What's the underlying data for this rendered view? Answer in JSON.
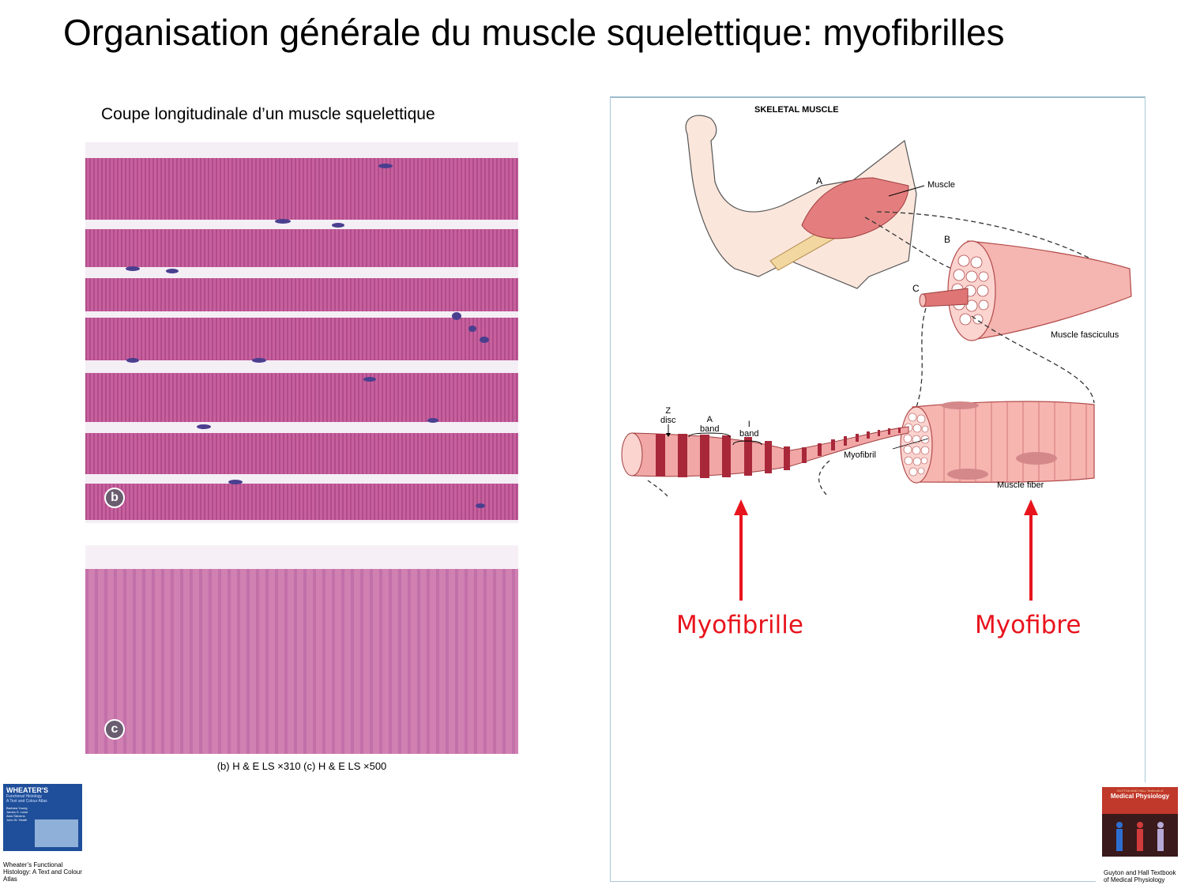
{
  "title": "Organisation générale du muscle squelettique: myofibrilles",
  "left_panel": {
    "caption": "Coupe longitudinale d’un muscle squelettique",
    "panel_b_letter": "b",
    "panel_c_letter": "c",
    "stain_caption": "(b) H & E LS ×310 (c) H & E LS ×500"
  },
  "diagram": {
    "title": "SKELETAL MUSCLE",
    "letters": {
      "a": "A",
      "b": "B",
      "c": "C"
    },
    "labels": {
      "muscle": "Muscle",
      "fasciculus": "Muscle fasciculus",
      "fiber": "Muscle fiber",
      "myofibril": "Myofibril",
      "z_disc": "Z\ndisc",
      "a_band": "A\nband",
      "i_band": "I\nband"
    }
  },
  "callouts": {
    "myofibrille": "Myofibrille",
    "myofibre": "Myofibre"
  },
  "books": {
    "wheater": {
      "cover_title": "WHEATER'S",
      "cover_subtitle": "Functional Histology\nA Text and Colour Atlas",
      "cover_authors": "Barbara Young\nJames S. Lowe\nAlan Stevens\nJohn W. Heath",
      "caption": "Wheater’s Functional Histology: A Text and Colour Atlas"
    },
    "guyton": {
      "cover_top": "GUYTON AND HALL Textbook of",
      "cover_title": "Medical Physiology",
      "caption": "Guyton and Hall Textbook of Medical Physiology"
    }
  },
  "colors": {
    "callout": "#e8141d",
    "stain": "#c25b96",
    "muscle_fill": "#f2a7a7",
    "band_dark": "#a8283a"
  }
}
